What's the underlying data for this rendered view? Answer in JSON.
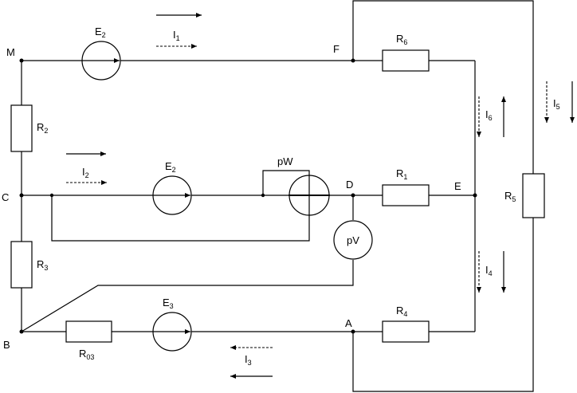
{
  "nodes": {
    "M": "M",
    "F": "F",
    "C": "C",
    "D": "D",
    "E": "E",
    "B": "B",
    "A": "A"
  },
  "sources": {
    "e2_top": {
      "main": "E",
      "sub": "2"
    },
    "e2_mid": {
      "main": "E",
      "sub": "2"
    },
    "e3": {
      "main": "E",
      "sub": "3"
    }
  },
  "resistors": {
    "r2": {
      "main": "R",
      "sub": "2"
    },
    "r3": {
      "main": "R",
      "sub": "3"
    },
    "r03": {
      "main": "R",
      "sub": "03"
    },
    "r1": {
      "main": "R",
      "sub": "1"
    },
    "r4": {
      "main": "R",
      "sub": "4"
    },
    "r6": {
      "main": "R",
      "sub": "6"
    },
    "r5": {
      "main": "R",
      "sub": "5"
    }
  },
  "currents": {
    "i1": {
      "main": "I",
      "sub": "1"
    },
    "i2": {
      "main": "I",
      "sub": "2"
    },
    "i3": {
      "main": "I",
      "sub": "3"
    },
    "i4": {
      "main": "I",
      "sub": "4"
    },
    "i5": {
      "main": "I",
      "sub": "5"
    },
    "i6": {
      "main": "I",
      "sub": "6"
    }
  },
  "meters": {
    "wattmeter": "pW",
    "voltmeter": "pV"
  }
}
